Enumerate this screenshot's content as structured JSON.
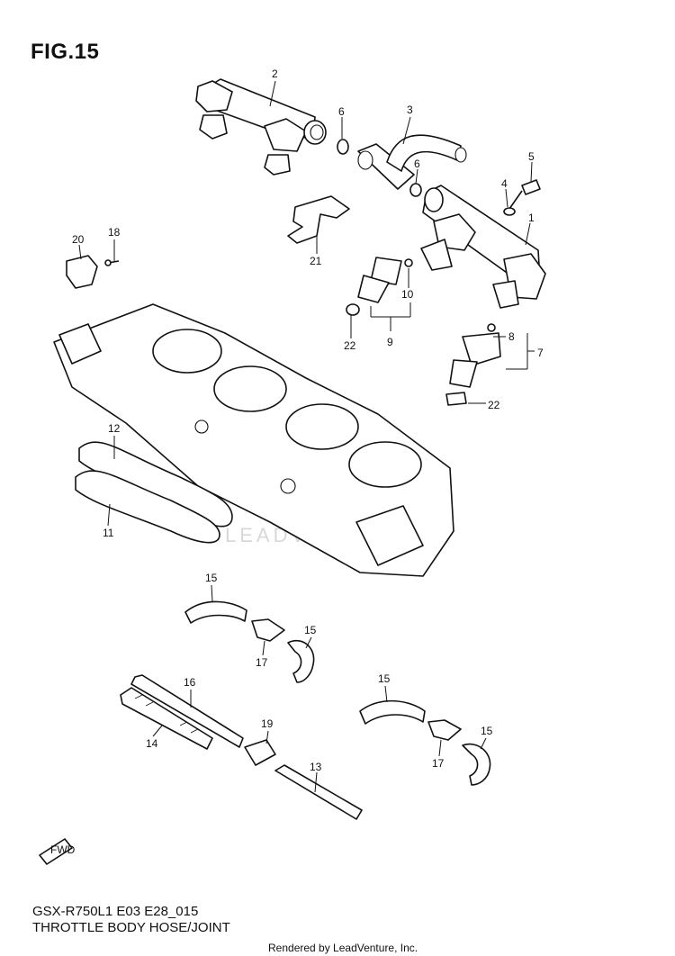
{
  "figure": {
    "title": "FIG.15",
    "code": "GSX-R750L1 E03 E28_015",
    "name": "THROTTLE BODY HOSE/JOINT",
    "credit": "Rendered by LeadVenture, Inc.",
    "watermark": "LEADVENTURE",
    "fwd_label": "FWD"
  },
  "callouts": [
    "1",
    "2",
    "3",
    "4",
    "5",
    "6",
    "6",
    "7",
    "8",
    "9",
    "10",
    "11",
    "12",
    "13",
    "14",
    "15",
    "15",
    "15",
    "15",
    "16",
    "17",
    "17",
    "18",
    "19",
    "20",
    "21",
    "22",
    "22"
  ]
}
